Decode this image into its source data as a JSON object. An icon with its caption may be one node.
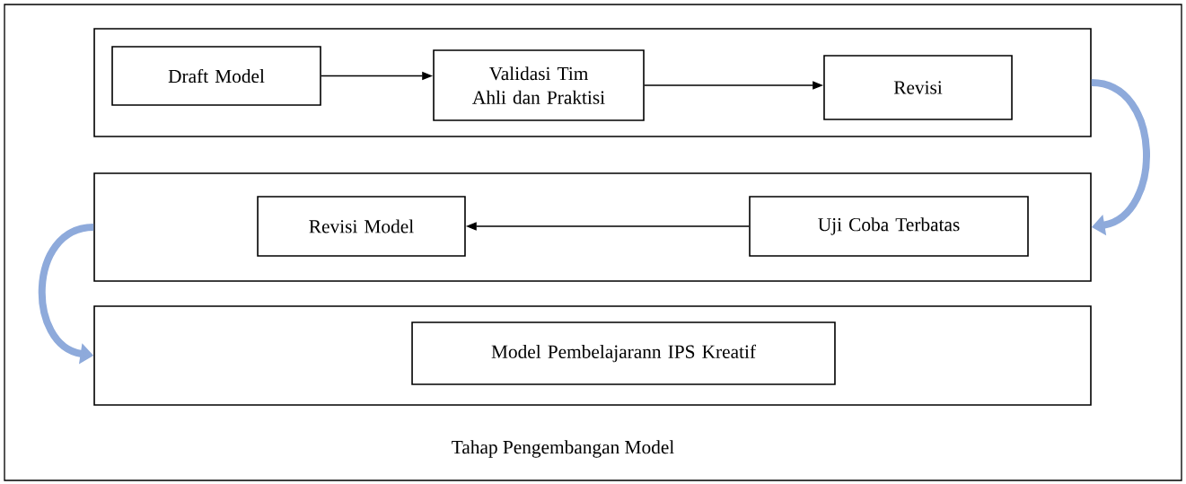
{
  "diagram": {
    "caption": "Tahap Pengembangan Model",
    "nodes": [
      {
        "text": [],
        "shape": "box"
      },
      {
        "text": [
          "Draft Model"
        ],
        "in": 0
      },
      {
        "text": [
          "Validasi Tim Ahli dan Praktisi"
        ],
        "in": 0
      },
      {
        "text": [
          "Revisi"
        ],
        "in": 0
      },
      {
        "text": [],
        "shape": "box"
      },
      {
        "text": [
          "Revisi Model"
        ],
        "in": 4
      },
      {
        "text": [
          "Uji Coba Terbatas"
        ],
        "in": 4
      },
      {
        "text": [],
        "shape": "box"
      },
      {
        "text": [
          "Model Pembelajarann IPS Kreatif"
        ],
        "in": 7
      }
    ],
    "edges": [
      {
        "from": 1,
        "to": 2,
        "arrow": "to"
      },
      {
        "from": 2,
        "to": 3,
        "arrow": "to"
      },
      {
        "from": 6,
        "to": 5,
        "arrow": "to"
      },
      {
        "from": 0,
        "to": 4,
        "arrow": "to",
        "style": "thick",
        "color": "#8eaadb"
      },
      {
        "from": 4,
        "to": 7,
        "arrow": "to",
        "style": "thick",
        "color": "#8eaadb"
      }
    ]
  }
}
